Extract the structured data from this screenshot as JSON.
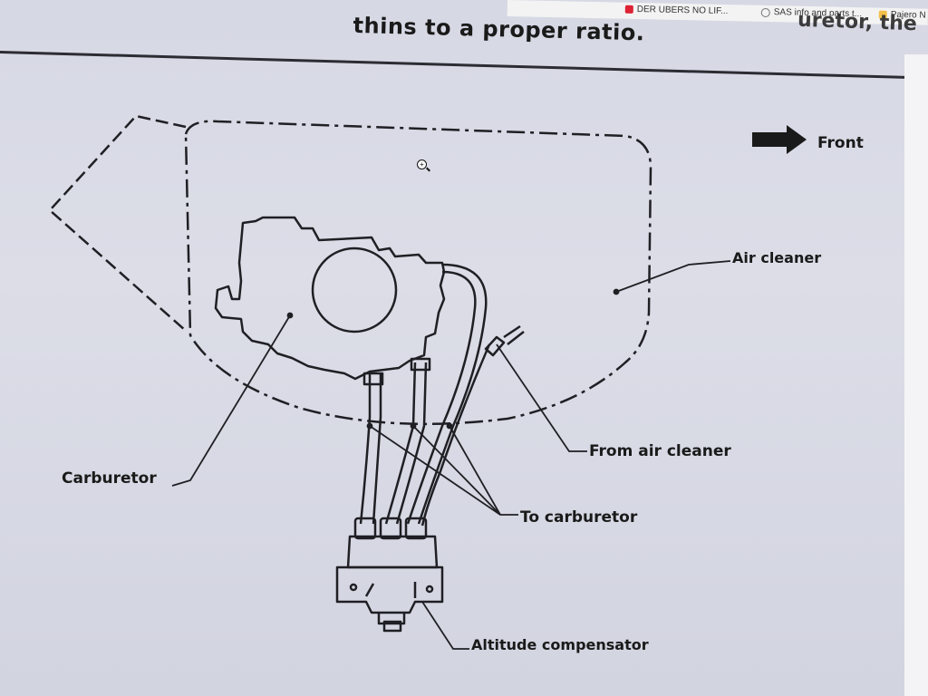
{
  "bookmarks": [
    {
      "label": "DER UBERS NO LIF...",
      "icon": "red-square-icon"
    },
    {
      "label": "SAS info and parts t...",
      "icon": "globe-icon"
    },
    {
      "label": "Pajero N",
      "icon": "folder-icon"
    }
  ],
  "heading": {
    "text": "thins to a proper ratio.",
    "tail": "uretor, the"
  },
  "diagram": {
    "labels": {
      "front": "Front",
      "air_cleaner": "Air cleaner",
      "from_air_cleaner": "From air cleaner",
      "to_carburetor": "To carburetor",
      "carburetor": "Carburetor",
      "altitude_compensator": "Altitude compensator"
    }
  },
  "colors": {
    "ink": "#1a1a1a",
    "paper": "#d6d8e4"
  }
}
